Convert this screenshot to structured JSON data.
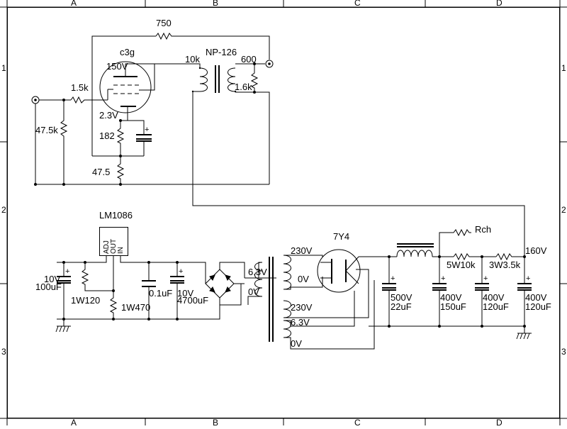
{
  "frame": {
    "cols": [
      "A",
      "B",
      "C",
      "D"
    ],
    "rows": [
      "1",
      "2",
      "3"
    ]
  },
  "amp": {
    "r_feedback": "750",
    "tube": "c3g",
    "plate_v": "150V",
    "r_grid": "1.5k",
    "cathode_v": "2.3V",
    "r_input": "47.5k",
    "r_cathode": "182",
    "r_bottom": "47.5",
    "transformer": "NP-126",
    "primary": "10k",
    "secondary": "600",
    "r_load": "1.6k"
  },
  "psu": {
    "regulator": "LM1086",
    "reg_pins": [
      "ADJ",
      "OUT",
      "IN"
    ],
    "c_out_v": "10V",
    "c_out_c": "100uF",
    "r1": "1W120",
    "r2": "1W470",
    "c_film": "0.1uF",
    "c_in_v": "10V",
    "c_in_c": "4700uF",
    "tx_6v3_a": "6.3V",
    "tx_0v_a": "0V",
    "tx_230_a": "230V",
    "tx_0v_b": "0V",
    "tx_230_b": "230V",
    "tx_6v3_b": "6.3V",
    "tx_0v_c": "0V",
    "rectifier": "7Y4",
    "c1_v": "500V",
    "c1_c": "22uF",
    "c2_v": "400V",
    "c2_c": "150uF",
    "c3_v": "400V",
    "c3_c": "120uF",
    "c4_v": "400V",
    "c4_c": "120uF",
    "rch": "Rch",
    "r5w": "5W10k",
    "r3w": "3W3.5k",
    "b_plus": "160V"
  }
}
